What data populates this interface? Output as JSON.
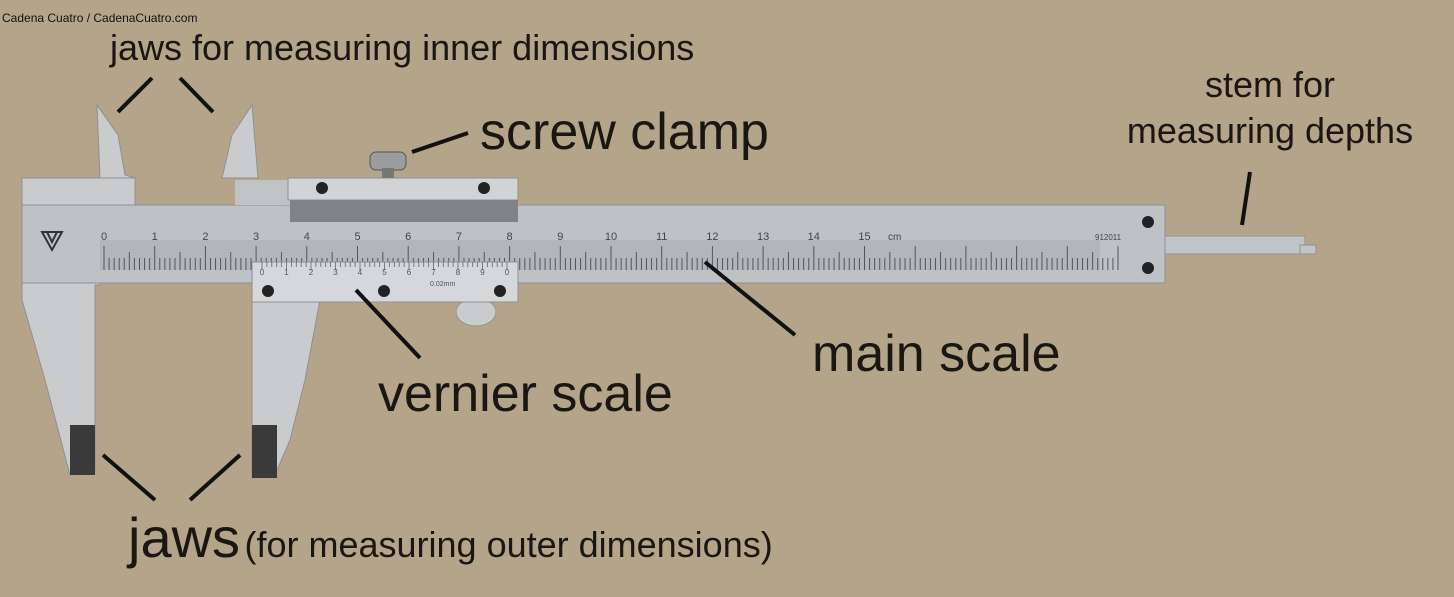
{
  "watermark": "Cadena Cuatro / CadenaCuatro.com",
  "labels": {
    "inner_jaws": "jaws for measuring inner dimensions",
    "screw_clamp": "screw clamp",
    "stem_line1": "stem for",
    "stem_line2": "measuring depths",
    "main_scale": "main scale",
    "vernier_scale": "vernier scale",
    "outer_jaws": "jaws",
    "outer_jaws_note": "(for measuring outer dimensions)"
  },
  "caliper": {
    "main_scale_numbers": [
      "0",
      "1",
      "2",
      "3",
      "4",
      "5",
      "6",
      "7",
      "8",
      "9",
      "10",
      "11",
      "12",
      "13",
      "14",
      "15"
    ],
    "main_scale_unit": "cm",
    "serial": "912011",
    "vernier_numbers": [
      "0",
      "1",
      "2",
      "3",
      "4",
      "5",
      "6",
      "7",
      "8",
      "9",
      "0"
    ],
    "vernier_resolution": "0.02mm"
  },
  "colors": {
    "background": "#b4a48a",
    "steel": "#bfc2c4",
    "text": "#1a1612"
  }
}
